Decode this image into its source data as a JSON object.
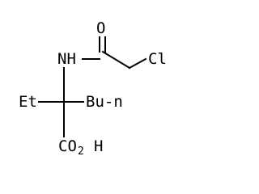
{
  "structure": {
    "atoms": {
      "oxygen": "O",
      "nh": "NH",
      "cl": "Cl",
      "ethyl": "Et",
      "butyl": "Bu-n",
      "carboxyl_co": "CO",
      "carboxyl_sub": "2",
      "carboxyl_h": "H"
    }
  }
}
